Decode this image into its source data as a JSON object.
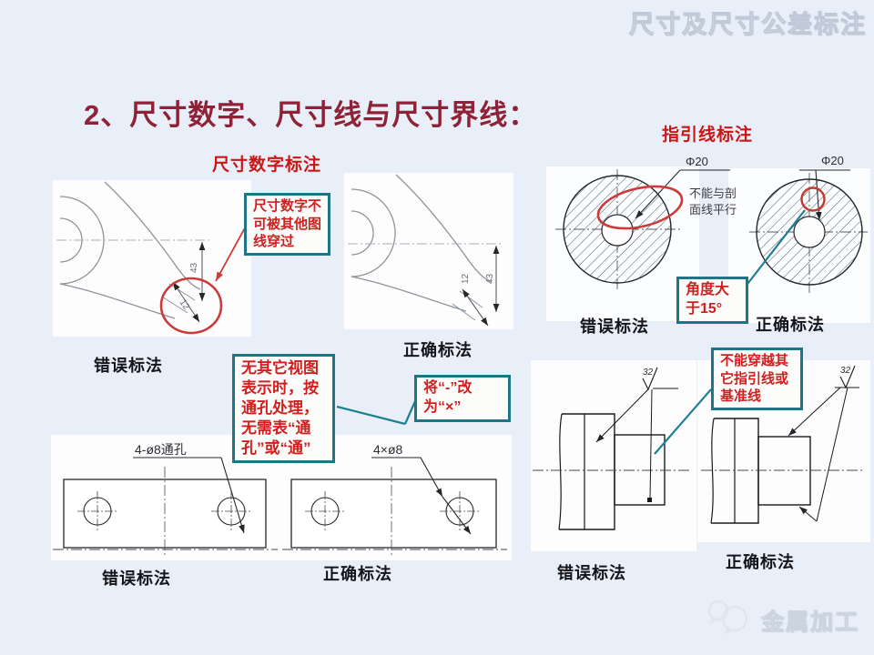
{
  "page": {
    "header_title": "尺寸及尺寸公差标注",
    "heading": "2、尺寸数字、尺寸线与尺寸界线：",
    "footer_brand": "金属加工",
    "colors": {
      "background": "#e9eff8",
      "heading": "#8e2236",
      "accent_red": "#cc1616",
      "callout_border": "#1d7585",
      "callout_text": "#d11f1f",
      "highlight_red": "#cd3a3a",
      "teal_connector": "#1d7f8f"
    }
  },
  "sections": {
    "dimension_numbers_title": "尺寸数字标注",
    "leader_lines_title": "指引线标注"
  },
  "callouts": {
    "no_cross": "尺寸数字不可被其他图线穿过",
    "through_hole": "无其它视图表示时，按通孔处理，无需表“通孔”或“通”",
    "change_symbol": "将“-”改为“×”",
    "angle": "角度大于15°",
    "no_crossing_leader": "不能穿越其它指引线或基准线",
    "hatch_note": "不能与剖面线平行"
  },
  "labels": {
    "wrong": "错误标法",
    "correct": "正确标法"
  },
  "drawing_text": {
    "phi20": "Φ20",
    "holes_wrong": "4-ø8通孔",
    "holes_correct": "4×ø8",
    "roughness": "32",
    "dim_43": "43",
    "dim_12": "12"
  }
}
